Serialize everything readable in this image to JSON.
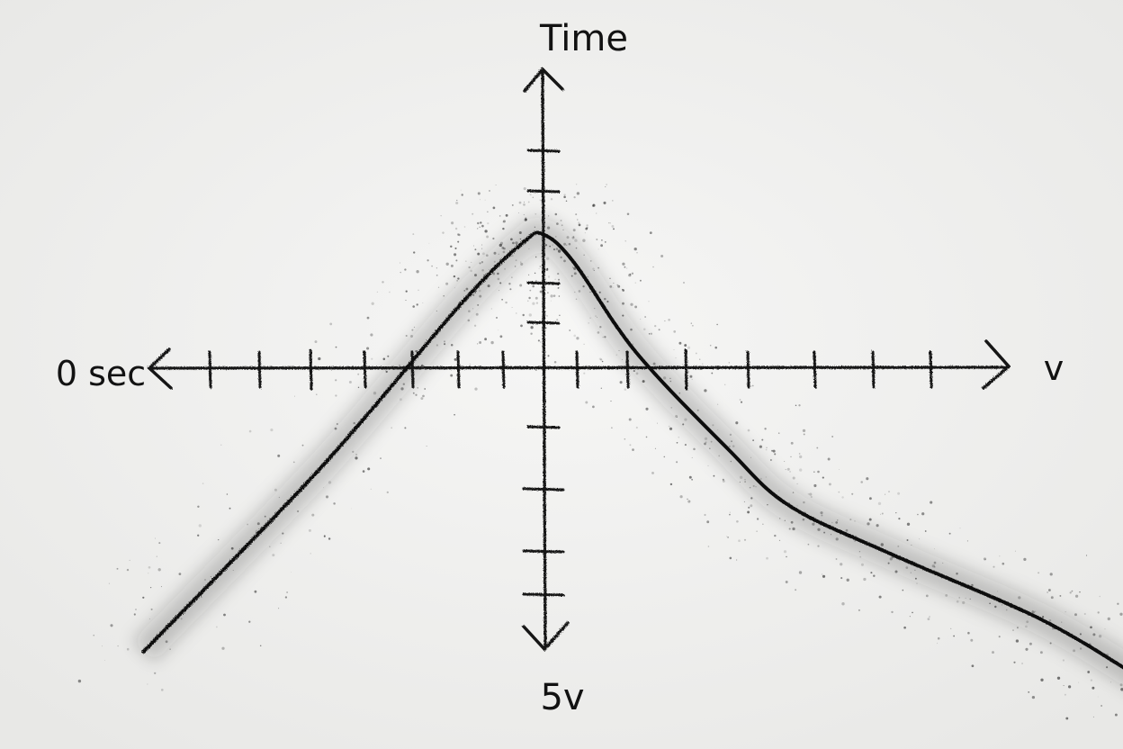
{
  "chart_data": {
    "type": "line",
    "title": "",
    "axis_labels": {
      "top": "Time",
      "left": "0 sec",
      "right": "v",
      "bottom": "5v"
    },
    "x_ticks_count": 14,
    "y_ticks_above_count": 4,
    "y_ticks_below_count": 4,
    "curve": [
      {
        "x": -7.8,
        "y": -7.0
      },
      {
        "x": -4.3,
        "y": -2.4
      },
      {
        "x": -1.6,
        "y": 1.6
      },
      {
        "x": -0.4,
        "y": 3.1
      },
      {
        "x": 0.0,
        "y": 3.3
      },
      {
        "x": 0.6,
        "y": 2.6
      },
      {
        "x": 1.8,
        "y": 0.4
      },
      {
        "x": 3.6,
        "y": -2.0
      },
      {
        "x": 4.8,
        "y": -3.4
      },
      {
        "x": 6.8,
        "y": -4.6
      },
      {
        "x": 9.7,
        "y": -6.2
      },
      {
        "x": 11.7,
        "y": -7.7
      }
    ],
    "legend": "none",
    "grid": false
  },
  "colors": {
    "background": "#f1f1f0",
    "ink": "#121212",
    "smudge": "#2b2b2b"
  }
}
